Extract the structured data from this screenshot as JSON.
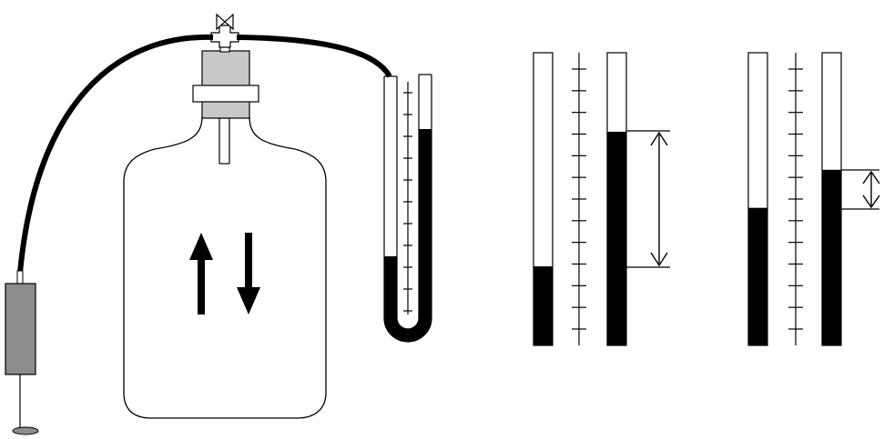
{
  "diagram": {
    "colors": {
      "stroke": "#000000",
      "fluid": "#000000",
      "tube": "#000000",
      "stopper": "#c8c8c8",
      "syringe": "#8c8c8c",
      "background": "#ffffff"
    },
    "icons": [
      "valve-icon",
      "arrow-up-icon",
      "arrow-down-icon",
      "double-arrow-icon"
    ],
    "manometer_scale_ticks": 11,
    "panel_1": {
      "left_column_fill_fraction": 0.27,
      "right_column_fill_fraction": 0.73,
      "scale_ticks": 13
    },
    "panel_2": {
      "left_column_fill_fraction": 0.47,
      "right_column_fill_fraction": 0.6,
      "scale_ticks": 13
    }
  }
}
